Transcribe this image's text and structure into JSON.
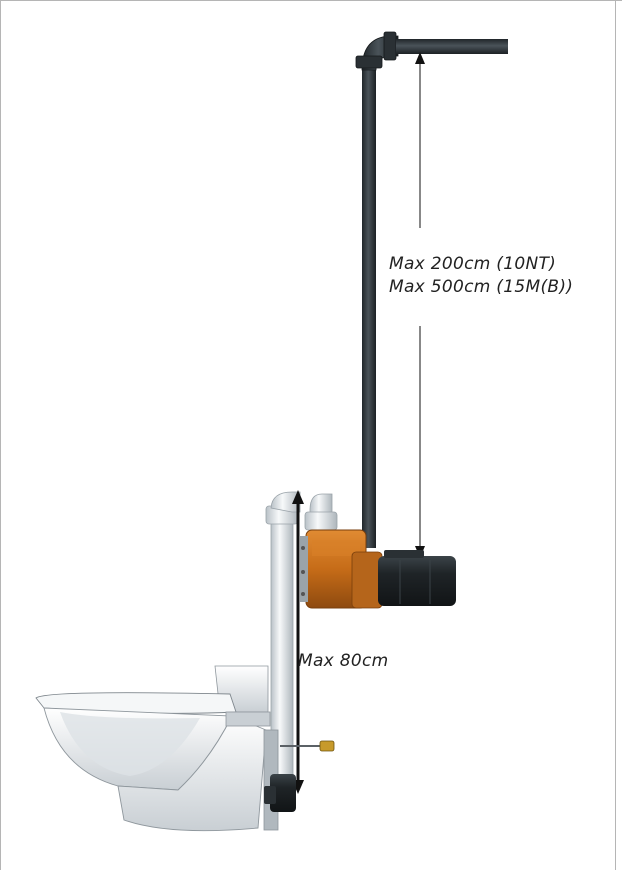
{
  "annotations": {
    "upper_line1": "Max 200cm (10NT)",
    "upper_line2": "Max 500cm (15M(B))",
    "lower": "Max 80cm"
  },
  "colors": {
    "pipe_dark": "#2f363b",
    "pipe_white": "#e8ecef",
    "pump_orange": "#c8731f",
    "motor_dark": "#1e2326",
    "toilet_white": "#f2f4f6",
    "border": "#b5b5b5"
  }
}
